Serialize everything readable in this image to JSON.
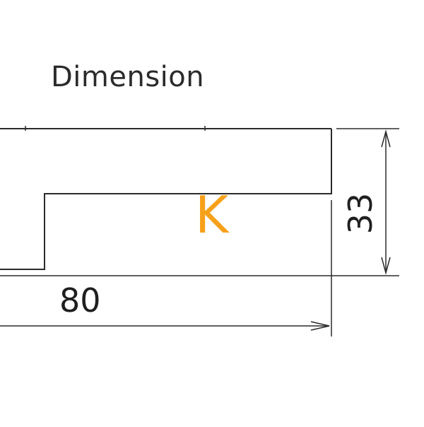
{
  "diagram": {
    "title": "Dimension",
    "width_label": "80",
    "height_label": "33",
    "marker_label": "K",
    "colors": {
      "line": "#2b2b2b",
      "marker": "#f7a11a",
      "background": "#ffffff"
    }
  }
}
